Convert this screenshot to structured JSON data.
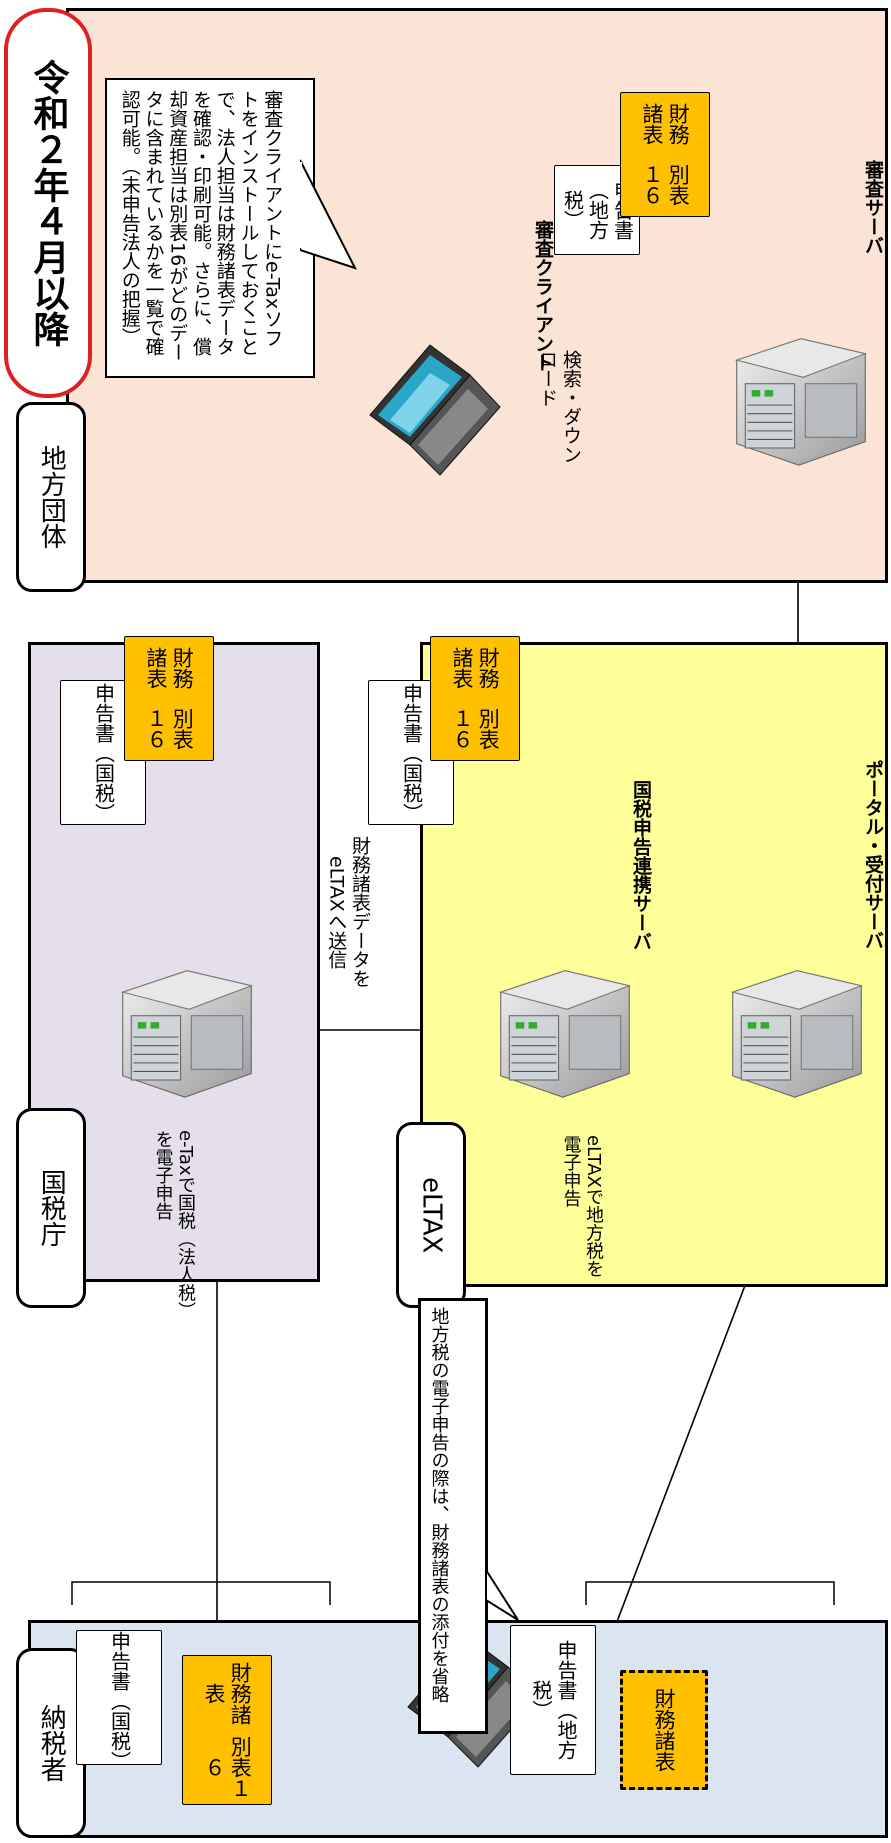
{
  "title": "令和２年４月以降",
  "colors": {
    "jichitai": "#fbe4d6",
    "kokuzei": "#e5dfec",
    "eltax": "#ffff99",
    "nozeisha": "#dbe5f1",
    "doc_yellow": "#ffc000",
    "title_border": "#e02020"
  },
  "sections": {
    "jichitai": "地方団体",
    "kokuzei": "国税庁",
    "eltax": "eLTAX",
    "nozeisha": "納税者"
  },
  "servers": {
    "shinsa": "審査サーバ",
    "renkei": "国税申告連携サーバ",
    "portal": "ポータル・受付サーバ"
  },
  "client_label": "審査クライアント",
  "callout_top": "審査クライアントにe-Taxソフトをインストールしておくことで、法人担当は財務諸表データを確認・印刷可能。さらに、償却資産担当は別表16がどのデータに含まれているかを一覧で確認可能。（未申告法人の把握）",
  "callout_bottom": "地方税の電子申告の際は、財務諸表の添付を省略",
  "docs": {
    "chiho": "申告書（地方税）",
    "kokuzei": "申告書（国税）",
    "zaimu": "財務諸表",
    "betsu": "別表１６",
    "zaimu_dashed": "財務諸表"
  },
  "arrows": {
    "search_download": "検索・ダウンロード",
    "send_financial": "財務諸表データをeLTAXへ送信",
    "etax": "e-Taxで国税（法人税）を電子申告",
    "eltax": "eLTAXで地方税を電子申告"
  },
  "icons": [
    "laptop-icon",
    "server-icon"
  ]
}
